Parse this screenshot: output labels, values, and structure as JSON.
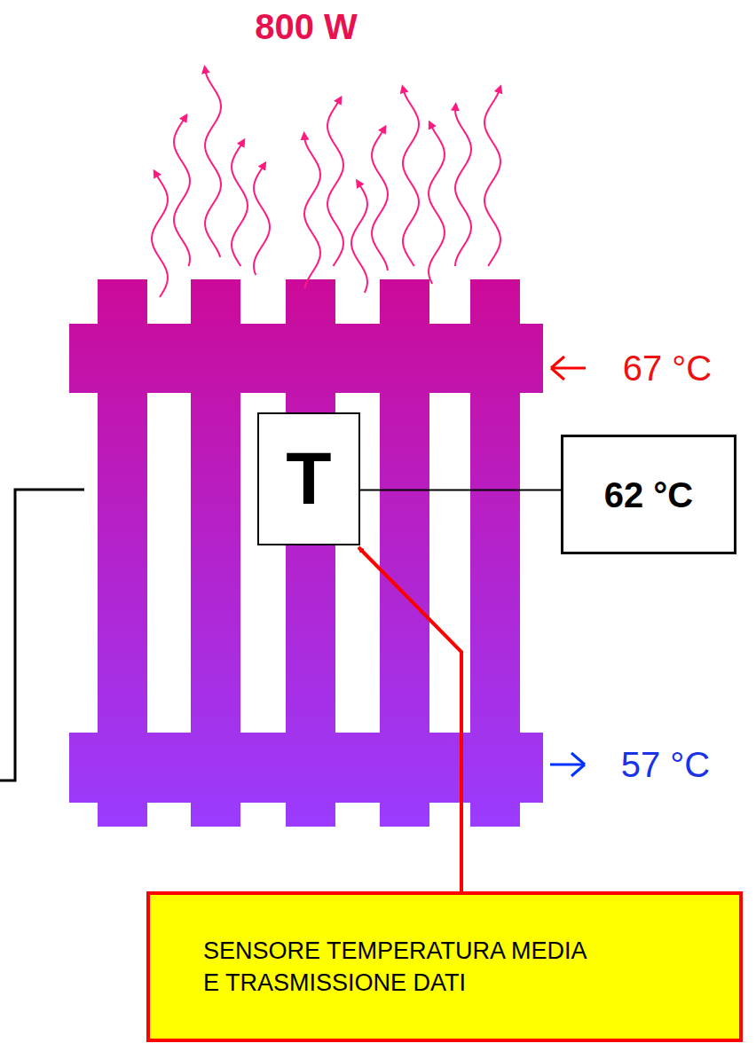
{
  "diagram": {
    "nodes": [
      {
        "text": [
          "T"
        ]
      },
      {
        "text": [
          "62 °C"
        ]
      },
      {
        "text": [
          "SENSORE TEMPERATURA MEDIA E TRASMISSIONE DATI"
        ]
      }
    ],
    "edges": [
      {
        "from": 0,
        "to": 1,
        "arrow": "none"
      },
      {
        "from": 2,
        "to": 0,
        "arrow": "to"
      }
    ],
    "labels": [
      "800 W",
      "67 °C",
      "57 °C"
    ]
  }
}
